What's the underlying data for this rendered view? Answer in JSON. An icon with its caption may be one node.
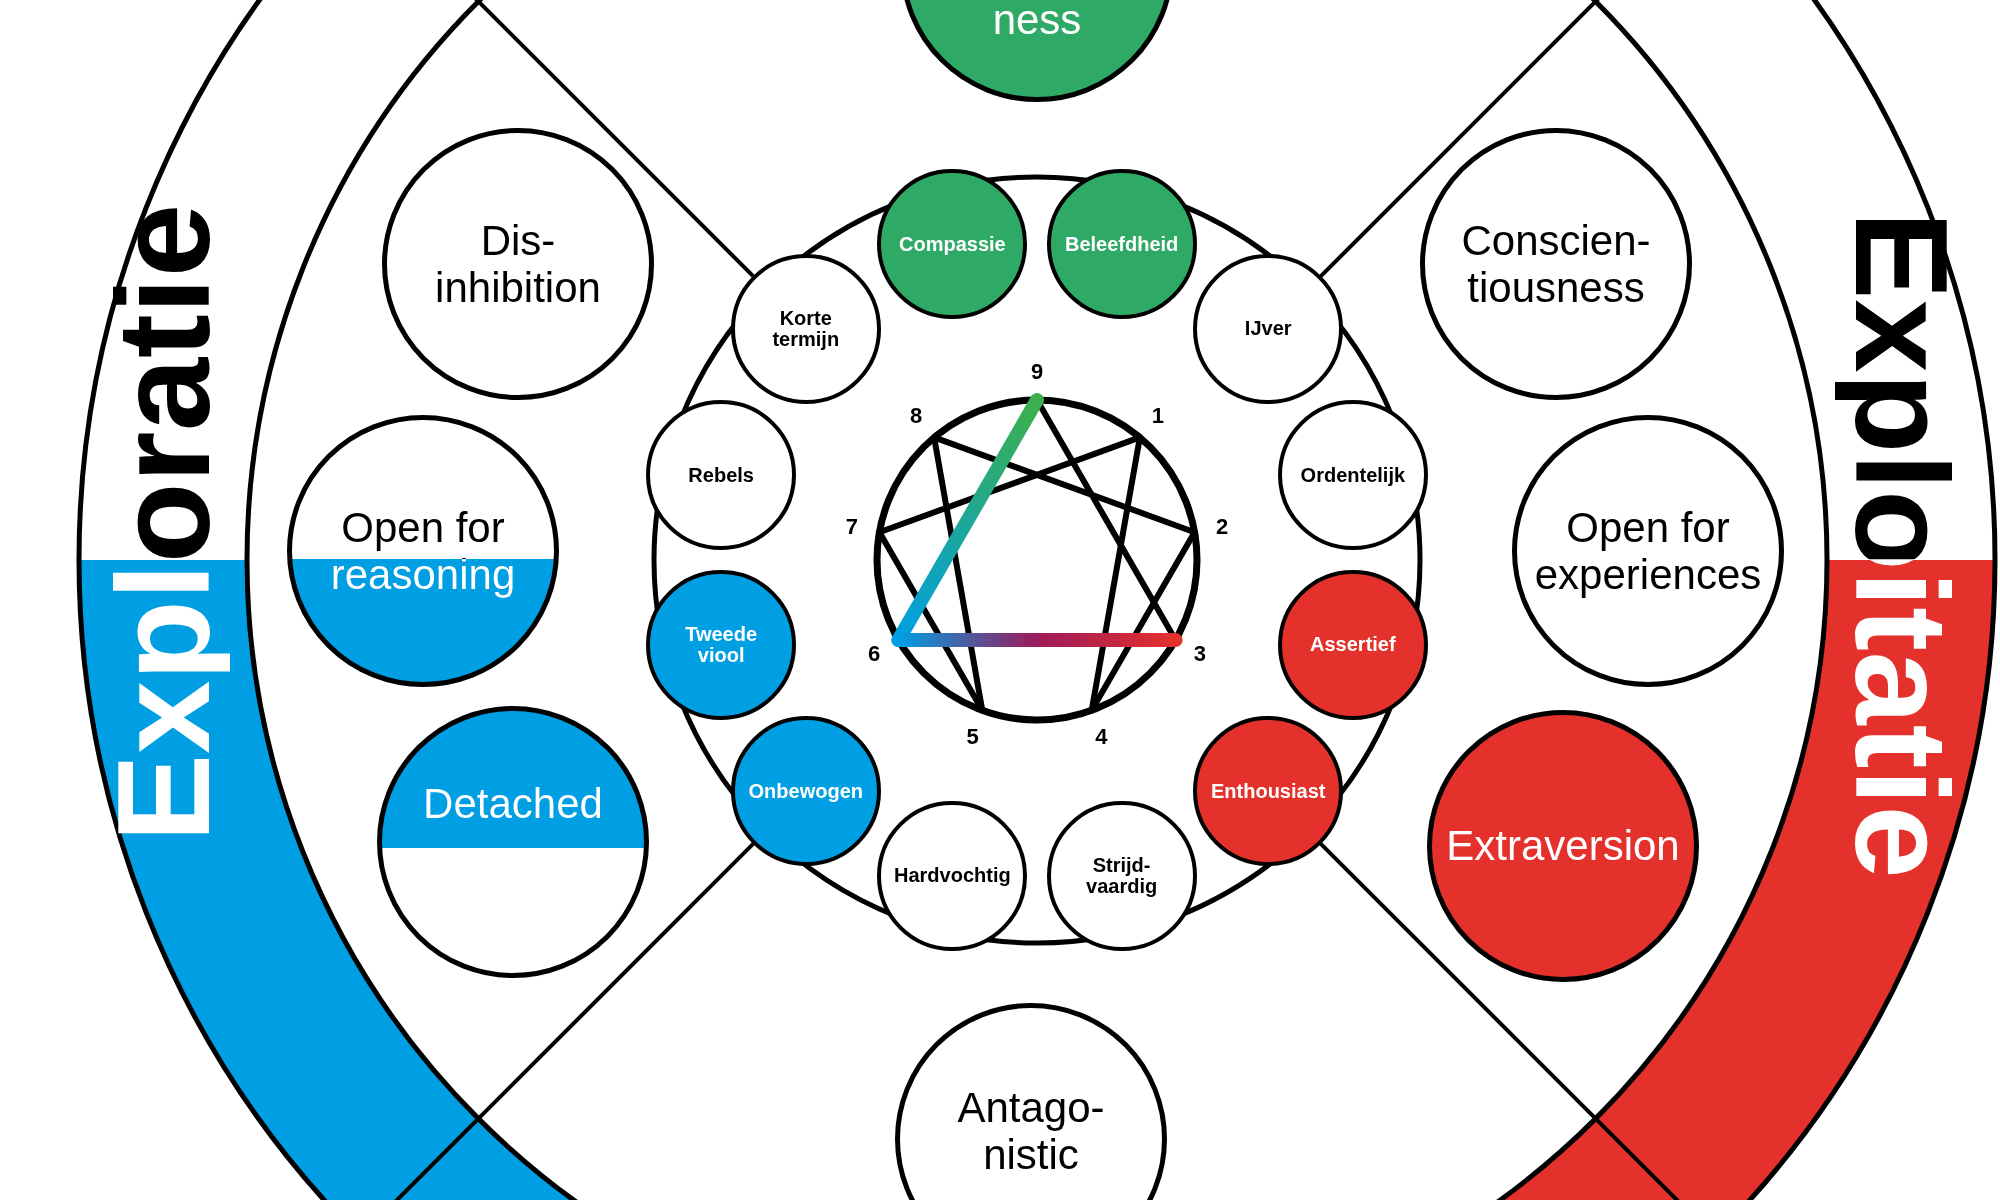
{
  "diagram": {
    "nodes": [
      {
        "text": [
          "ness"
        ]
      },
      {
        "text": [
          "Dis- inhibition"
        ]
      },
      {
        "text": [
          "Compassie"
        ]
      },
      {
        "text": [
          "Beleefdheid"
        ]
      },
      {
        "text": [
          "Conscien- tiousness"
        ]
      },
      {
        "text": [
          "Korte termijn"
        ]
      },
      {
        "text": [
          "IJver"
        ]
      },
      {
        "text": [
          "Rebels"
        ]
      },
      {
        "text": [
          "Ordentelijk"
        ]
      },
      {
        "text": [
          "Open for reasoning"
        ]
      },
      {
        "text": [
          "Open for experiences"
        ]
      },
      {
        "text": [
          "Tweede viool"
        ]
      },
      {
        "text": [
          "Assertief"
        ]
      },
      {
        "text": [
          "Onbewogen"
        ]
      },
      {
        "text": [
          "Enthousiast"
        ]
      },
      {
        "text": [
          "Detached"
        ]
      },
      {
        "text": [
          "Hardvochtig"
        ]
      },
      {
        "text": [
          "Strijd- vaardig"
        ]
      },
      {
        "text": [
          "Extraversion"
        ]
      },
      {
        "text": [
          "Antago- nistic"
        ]
      }
    ],
    "labels": [
      "Exploratie",
      "Exploitatie",
      "9",
      "8",
      "1",
      "7",
      "2",
      "6",
      "3",
      "5",
      "4"
    ]
  }
}
